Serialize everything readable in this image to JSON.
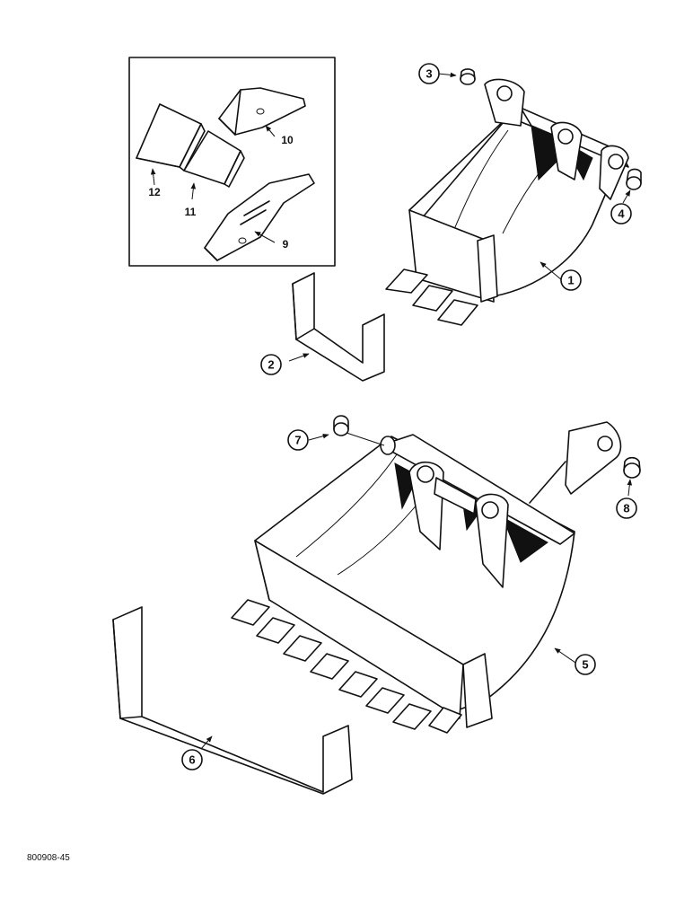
{
  "diagram": {
    "reference_code": "800908-45",
    "inset_labels": {
      "p9": "9",
      "p10": "10",
      "p11": "11",
      "p12": "12"
    },
    "callouts": {
      "p1": "1",
      "p2": "2",
      "p3": "3",
      "p4": "4",
      "p5": "5",
      "p6": "6",
      "p7": "7",
      "p8": "8"
    }
  }
}
